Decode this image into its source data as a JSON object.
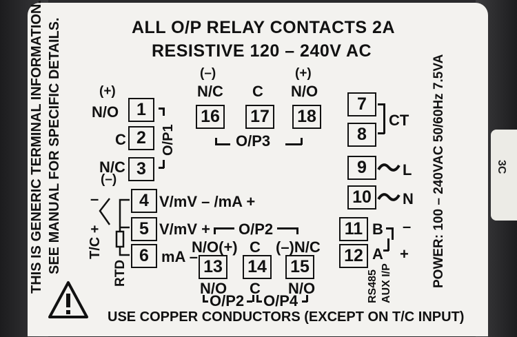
{
  "header": {
    "line1": "ALL O/P RELAY CONTACTS  2A",
    "line2": "RESISTIVE 120 – 240V AC"
  },
  "side_note": {
    "line1": "THIS IS GENERIC TERMINAL INFORMATION.",
    "line2": "SEE MANUAL FOR SPECIFIC DETAILS."
  },
  "power": "POWER: 100 – 240VAC 50/60Hz 7.5VA",
  "side_tab_text": "3C",
  "left_terminals": {
    "t1": "1",
    "t2": "2",
    "t3": "3",
    "t4": "4",
    "t5": "5",
    "t6": "6",
    "plus": "(+)",
    "no": "N/O",
    "c": "C",
    "nc": "N/C",
    "minus": "(–)",
    "op1": "O/P1",
    "t4_label": "V/mV – /mA +",
    "t5_label": "V/mV +",
    "t6_label": "mA –",
    "tc": "T/C +",
    "dash": "–",
    "rtd": "RTD"
  },
  "top_terminals": {
    "t16": "16",
    "t17": "17",
    "t18": "18",
    "minus": "(–)",
    "plus": "(+)",
    "nc": "N/C",
    "c": "C",
    "no": "N/O",
    "op3": "O/P3"
  },
  "bottom_terminals": {
    "t13": "13",
    "t14": "14",
    "t15": "15",
    "op2_top": "O/P2",
    "no_plus": "N/O(+)",
    "c": "C",
    "minus_nc": "(–)N/C",
    "no_bottom": "N/O",
    "c_bottom": "C",
    "no_bottom2": "N/O",
    "op2_bottom": "O/P2",
    "op4_bottom": "O/P4"
  },
  "right_terminals": {
    "t7": "7",
    "t8": "8",
    "t9": "9",
    "t10": "10",
    "t11": "11",
    "t12": "12",
    "ct": "CT",
    "l": "L",
    "n": "N",
    "b": "B",
    "a": "A",
    "minus": "–",
    "plus": "+",
    "rs485": "RS485",
    "aux": "AUX I/P"
  },
  "footer": "USE COPPER CONDUCTORS (EXCEPT ON T/C INPUT)",
  "icons": {
    "warning": "warning-triangle-icon",
    "ac": "ac-wave-icon"
  }
}
